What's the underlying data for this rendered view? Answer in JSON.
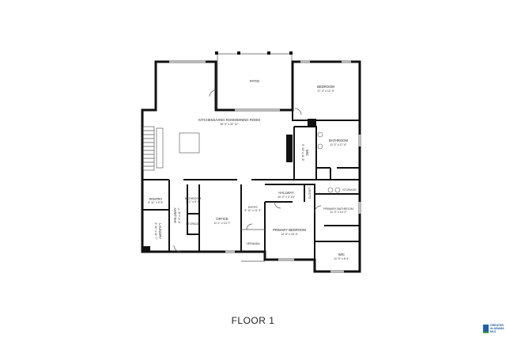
{
  "plan": {
    "floor_label": "FLOOR 1",
    "rooms": {
      "patio": {
        "name": "PATIO"
      },
      "bedroom": {
        "name": "BEDROOM",
        "dims": "17' 3\" x 12' 9\""
      },
      "kitchen": {
        "name": "KITCHEN/LIVING ROOM/DINING ROOM",
        "dims": "36' 9\" x 32' 11\""
      },
      "bathroom": {
        "name": "BATHROOM",
        "dims": "11' 0\" x 17' 6\""
      },
      "wic1": {
        "name": "WIC",
        "dims": "5' 10\" x 11' 8\""
      },
      "pantry": {
        "name": "PANTRY",
        "dims": "9' 11\" x 9' 5\""
      },
      "laundry": {
        "name": "LAUNDRY",
        "dims": "6' 11\" x 11' 7\""
      },
      "hallway1": {
        "name": "HALLWAY",
        "dims": "8' 3\" x 11' 7\""
      },
      "bathroom2": {
        "name": "BATHROOM",
        "dims": "5' 1\" x 5' 9\""
      },
      "storage1": {
        "name": "STORAGE"
      },
      "office": {
        "name": "OFFICE",
        "dims": "11' 1\" x 13' 7\""
      },
      "entry": {
        "name": "ENTRY",
        "dims": "5' 11\" x 11' 3\""
      },
      "veranda": {
        "name": "VERANDA"
      },
      "hallway2": {
        "name": "HALLWAY",
        "dims": "10' 0\" x 3' 10\""
      },
      "closet": {
        "name": "CLOSET"
      },
      "storage2": {
        "name": "STORAGE"
      },
      "primary_bath": {
        "name": "PRIMARY BATHROOM",
        "dims": "11' 3\" x 14' 2\""
      },
      "primary_bed": {
        "name": "PRIMARY BEDROOM",
        "dims": "12' 8\" x 15' 3\""
      },
      "wic2": {
        "name": "WIC",
        "dims": "11' 5\" x 8' 4\""
      }
    }
  },
  "logo": {
    "text": "GREATER ALABAMA MLS",
    "color": "#1f5fa8"
  }
}
